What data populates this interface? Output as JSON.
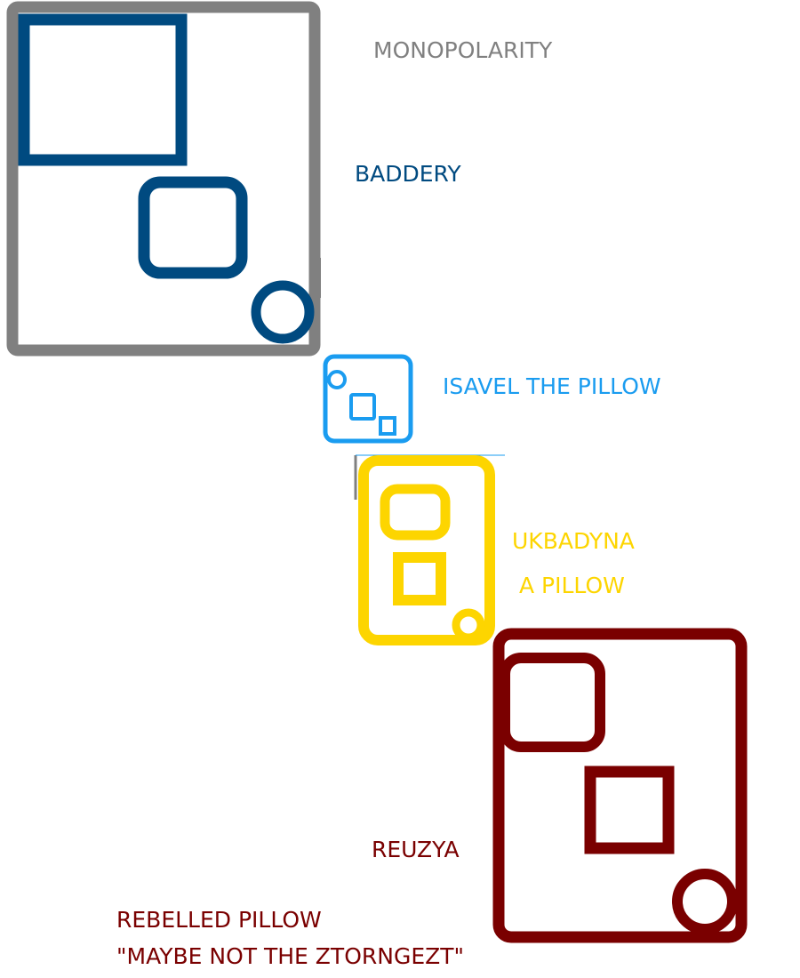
{
  "labels": {
    "monopolarity": "MONOPOLARITY",
    "baddery": "BADDERY",
    "isavel": "ISAVEL THE PILLOW",
    "ukbadyna_line1": "UKBADYNA",
    "ukbadyna_line2": "A PILLOW",
    "reuzya": "REUZYA",
    "rebelled_line1": "REBELLED PILLOW",
    "rebelled_line2": "\"MAYBE NOT THE ZTORNGEZT\""
  },
  "colors": {
    "gray": "#808080",
    "navy": "#004a80",
    "sky": "#1a9cf0",
    "gold": "#fdd500",
    "maroon": "#7a0000"
  }
}
